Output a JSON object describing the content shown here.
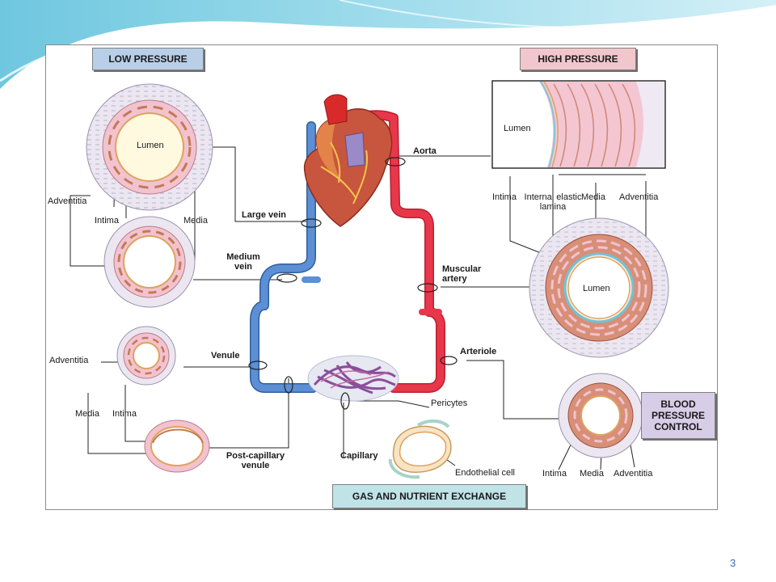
{
  "figure": {
    "category_boxes": {
      "low_pressure": "LOW PRESSURE",
      "high_pressure": "HIGH PRESSURE",
      "blood_pressure_control": "BLOOD PRESSURE CONTROL",
      "gas_exchange": "GAS AND NUTRIENT EXCHANGE"
    },
    "vessel_labels": {
      "aorta": "Aorta",
      "large_vein": "Large vein",
      "medium_vein": "Medium vein",
      "muscular_artery": "Muscular artery",
      "venule": "Venule",
      "arteriole": "Arteriole",
      "capillary": "Capillary",
      "post_capillary_venule": "Post-capillary venule"
    },
    "layer_labels": {
      "lumen": "Lumen",
      "intima": "Intima",
      "media": "Media",
      "adventitia": "Adventitia",
      "internal_elastic_lamina": "Internal elastic lamina",
      "pericytes": "Pericytes",
      "endothelial_cell": "Endothelial cell"
    },
    "colors": {
      "artery": "#e8374b",
      "vein": "#4a7fc4",
      "wall": "#f2c3cf",
      "adventitia": "#ece6f1",
      "muscle": "#c27a56"
    }
  },
  "footer": {
    "page_number": "3"
  }
}
